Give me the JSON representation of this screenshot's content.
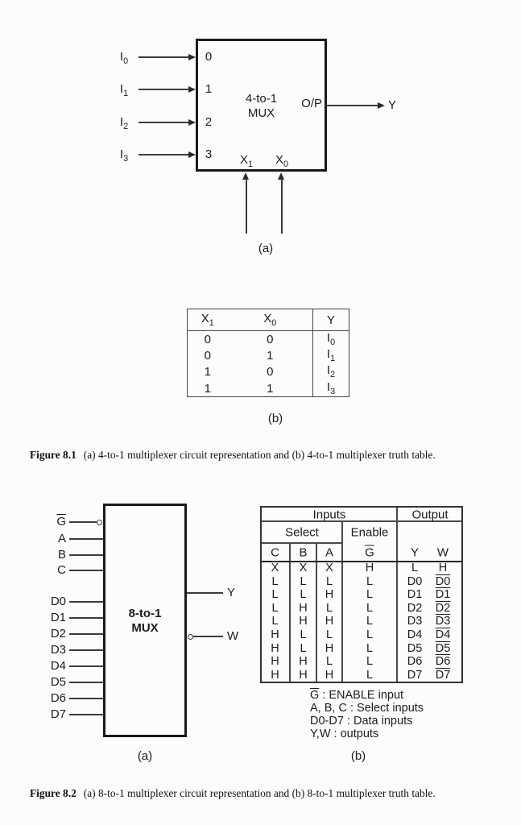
{
  "page": {
    "background": "#fcfcfc",
    "ink": "#1c1c1c"
  },
  "figure1": {
    "diagram": {
      "inputs": [
        {
          "base": "I",
          "sub": "0",
          "pin": "0"
        },
        {
          "base": "I",
          "sub": "1",
          "pin": "1"
        },
        {
          "base": "I",
          "sub": "2",
          "pin": "2"
        },
        {
          "base": "I",
          "sub": "3",
          "pin": "3"
        }
      ],
      "box_title": "4-to-1",
      "box_subtitle": "MUX",
      "output_port": "O/P",
      "output_signal": "Y",
      "selects": [
        {
          "base": "X",
          "sub": "1"
        },
        {
          "base": "X",
          "sub": "0"
        }
      ],
      "sublabel": "(a)"
    },
    "table": {
      "headers": [
        {
          "base": "X",
          "sub": "1"
        },
        {
          "base": "X",
          "sub": "0"
        },
        "Y"
      ],
      "rows": [
        [
          "0",
          "0",
          {
            "base": "I",
            "sub": "0"
          }
        ],
        [
          "0",
          "1",
          {
            "base": "I",
            "sub": "1"
          }
        ],
        [
          "1",
          "0",
          {
            "base": "I",
            "sub": "2"
          }
        ],
        [
          "1",
          "1",
          {
            "base": "I",
            "sub": "3"
          }
        ]
      ],
      "sublabel": "(b)"
    },
    "caption_label": "Figure 8.1",
    "caption_text": "(a) 4-to-1 multiplexer circuit representation and (b) 4-to-1 multiplexer truth table."
  },
  "figure2": {
    "diagram": {
      "control_pins": [
        {
          "label": "G",
          "over": true,
          "bubble": true
        },
        {
          "label": "A",
          "over": false,
          "bubble": false
        },
        {
          "label": "B",
          "over": false,
          "bubble": false
        },
        {
          "label": "C",
          "over": false,
          "bubble": false
        }
      ],
      "data_pins": [
        {
          "label": "D0"
        },
        {
          "label": "D1"
        },
        {
          "label": "D2"
        },
        {
          "label": "D3"
        },
        {
          "label": "D4"
        },
        {
          "label": "D5"
        },
        {
          "label": "D6"
        },
        {
          "label": "D7"
        }
      ],
      "box_title": "8-to-1",
      "box_subtitle": "MUX",
      "outputs": [
        {
          "label": "Y",
          "bubble": false
        },
        {
          "label": "W",
          "bubble": true
        }
      ],
      "sublabel": "(a)"
    },
    "table": {
      "group_headers": {
        "inputs": "Inputs",
        "output": "Output",
        "select": "Select",
        "enable": "Enable"
      },
      "columns": [
        {
          "label": "C"
        },
        {
          "label": "B"
        },
        {
          "label": "A"
        },
        {
          "label": "G",
          "over": true
        },
        {
          "label": "Y"
        },
        {
          "label": "W"
        }
      ],
      "rows": [
        {
          "c": "X",
          "b": "X",
          "a": "X",
          "g": "H",
          "y": "L",
          "w": "H"
        },
        {
          "c": "L",
          "b": "L",
          "a": "L",
          "g": "L",
          "y": "D0",
          "w": "D0"
        },
        {
          "c": "L",
          "b": "L",
          "a": "H",
          "g": "L",
          "y": "D1",
          "w": "D1"
        },
        {
          "c": "L",
          "b": "H",
          "a": "L",
          "g": "L",
          "y": "D2",
          "w": "D2"
        },
        {
          "c": "L",
          "b": "H",
          "a": "H",
          "g": "L",
          "y": "D3",
          "w": "D3"
        },
        {
          "c": "H",
          "b": "L",
          "a": "L",
          "g": "L",
          "y": "D4",
          "w": "D4"
        },
        {
          "c": "H",
          "b": "L",
          "a": "H",
          "g": "L",
          "y": "D5",
          "w": "D5"
        },
        {
          "c": "H",
          "b": "H",
          "a": "L",
          "g": "L",
          "y": "D6",
          "w": "D6"
        },
        {
          "c": "H",
          "b": "H",
          "a": "H",
          "g": "L",
          "y": "D7",
          "w": "D7"
        }
      ],
      "w_values_overlined": true,
      "sublabel": "(b)"
    },
    "legend": [
      {
        "term": "G",
        "term_over": true,
        "desc": " : ENABLE input"
      },
      {
        "term": "A, B, C",
        "term_over": false,
        "desc": " : Select inputs"
      },
      {
        "term": "D0-D7",
        "term_over": false,
        "desc": " : Data inputs"
      },
      {
        "term": "Y,W",
        "term_over": false,
        "desc": " : outputs"
      }
    ],
    "caption_label": "Figure 8.2",
    "caption_text": "(a) 8-to-1 multiplexer circuit representation and (b) 8-to-1 multiplexer truth table."
  }
}
